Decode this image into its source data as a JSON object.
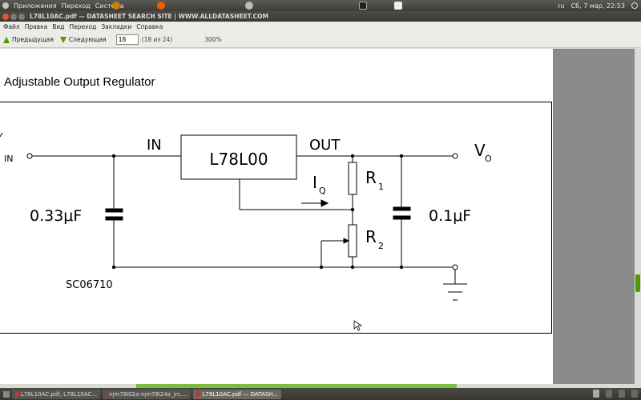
{
  "top_panel": {
    "menu": [
      "Приложения",
      "Переход",
      "Система"
    ],
    "keyboard_layout": "ru",
    "clock": "Сб, 7 мар, 22:53"
  },
  "window": {
    "title": "L78L10AC.pdf — DATASHEET SEARCH SITE | WWW.ALLDATASHEET.COM"
  },
  "menubar": [
    "Файл",
    "Правка",
    "Вид",
    "Переход",
    "Закладки",
    "Справка"
  ],
  "toolbar": {
    "prev_label": "Предыдущая",
    "next_label": "Следующая",
    "page_value": "18",
    "page_count": "(18 из 24)",
    "zoom": "300%"
  },
  "document": {
    "heading": "Adjustable Output Regulator",
    "circuit": {
      "ic_label": "L78L00",
      "in_label": "IN",
      "out_label": "OUT",
      "vin_label": "IN",
      "vout_main": "V",
      "vout_sub": "O",
      "iq_main": "I",
      "iq_sub": "Q",
      "r1_main": "R",
      "r1_sub": "1",
      "r2_main": "R",
      "r2_sub": "2",
      "cap_in": "0.33μF",
      "cap_out": "0.1μF",
      "figure_code": "SC06710"
    }
  },
  "taskbar": {
    "tasks": [
      "L78L10AC.pdf, L78L10AC...",
      "njm78l02a-njm78l24a_jrc....",
      "L78L10AC.pdf — DATASH..."
    ]
  },
  "colors": {
    "accent": "#4e9a06",
    "panel": "#3d3c38"
  }
}
